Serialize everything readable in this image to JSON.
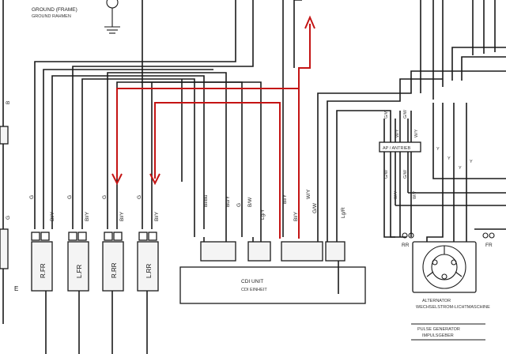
{
  "ground": {
    "label": "GROUND (FRAME)",
    "sublabel": "GROUND RAHMEN"
  },
  "cdi_unit": {
    "label": "CDI UNIT",
    "sublabel": "CDI EINHEIT"
  },
  "coils": [
    {
      "label": "R.FR",
      "wire_a": "G",
      "wire_b": "Bl/Y"
    },
    {
      "label": "L.FR",
      "wire_a": "G",
      "wire_b": "Bl/Y"
    },
    {
      "label": "R.RR",
      "wire_a": "G",
      "wire_b": "Bl/Y"
    },
    {
      "label": "L.RR",
      "wire_a": "G",
      "wire_b": "Bl/Y"
    }
  ],
  "cdi_wires": [
    "Bl/Bu",
    "Bu/Y",
    "G",
    "B/W",
    "Lg/Y",
    "Bl/Y",
    "Bl/Y",
    "G/W",
    "W/Y",
    "Lg/R"
  ],
  "alternator": {
    "label": "ALTERNATOR",
    "sublabel": "WECHSELSTROM-LICHTMASCHINE"
  },
  "pulse_generator": {
    "label": "PULSE GENERATOR",
    "sublabel": "IMPULSGEBER"
  },
  "connector": {
    "label": "RR",
    "sublabel": "FR"
  },
  "ap_label": "AP / ANTRIEB",
  "right_wires": [
    "G/W",
    "G/W",
    "W/Y",
    "W/Y",
    "G/W",
    "G/W",
    "W/Y",
    "W/Y",
    "Y",
    "Y",
    "Y",
    "Y"
  ],
  "left_edge": {
    "wire": "B",
    "mark": "G",
    "letter": "E"
  }
}
